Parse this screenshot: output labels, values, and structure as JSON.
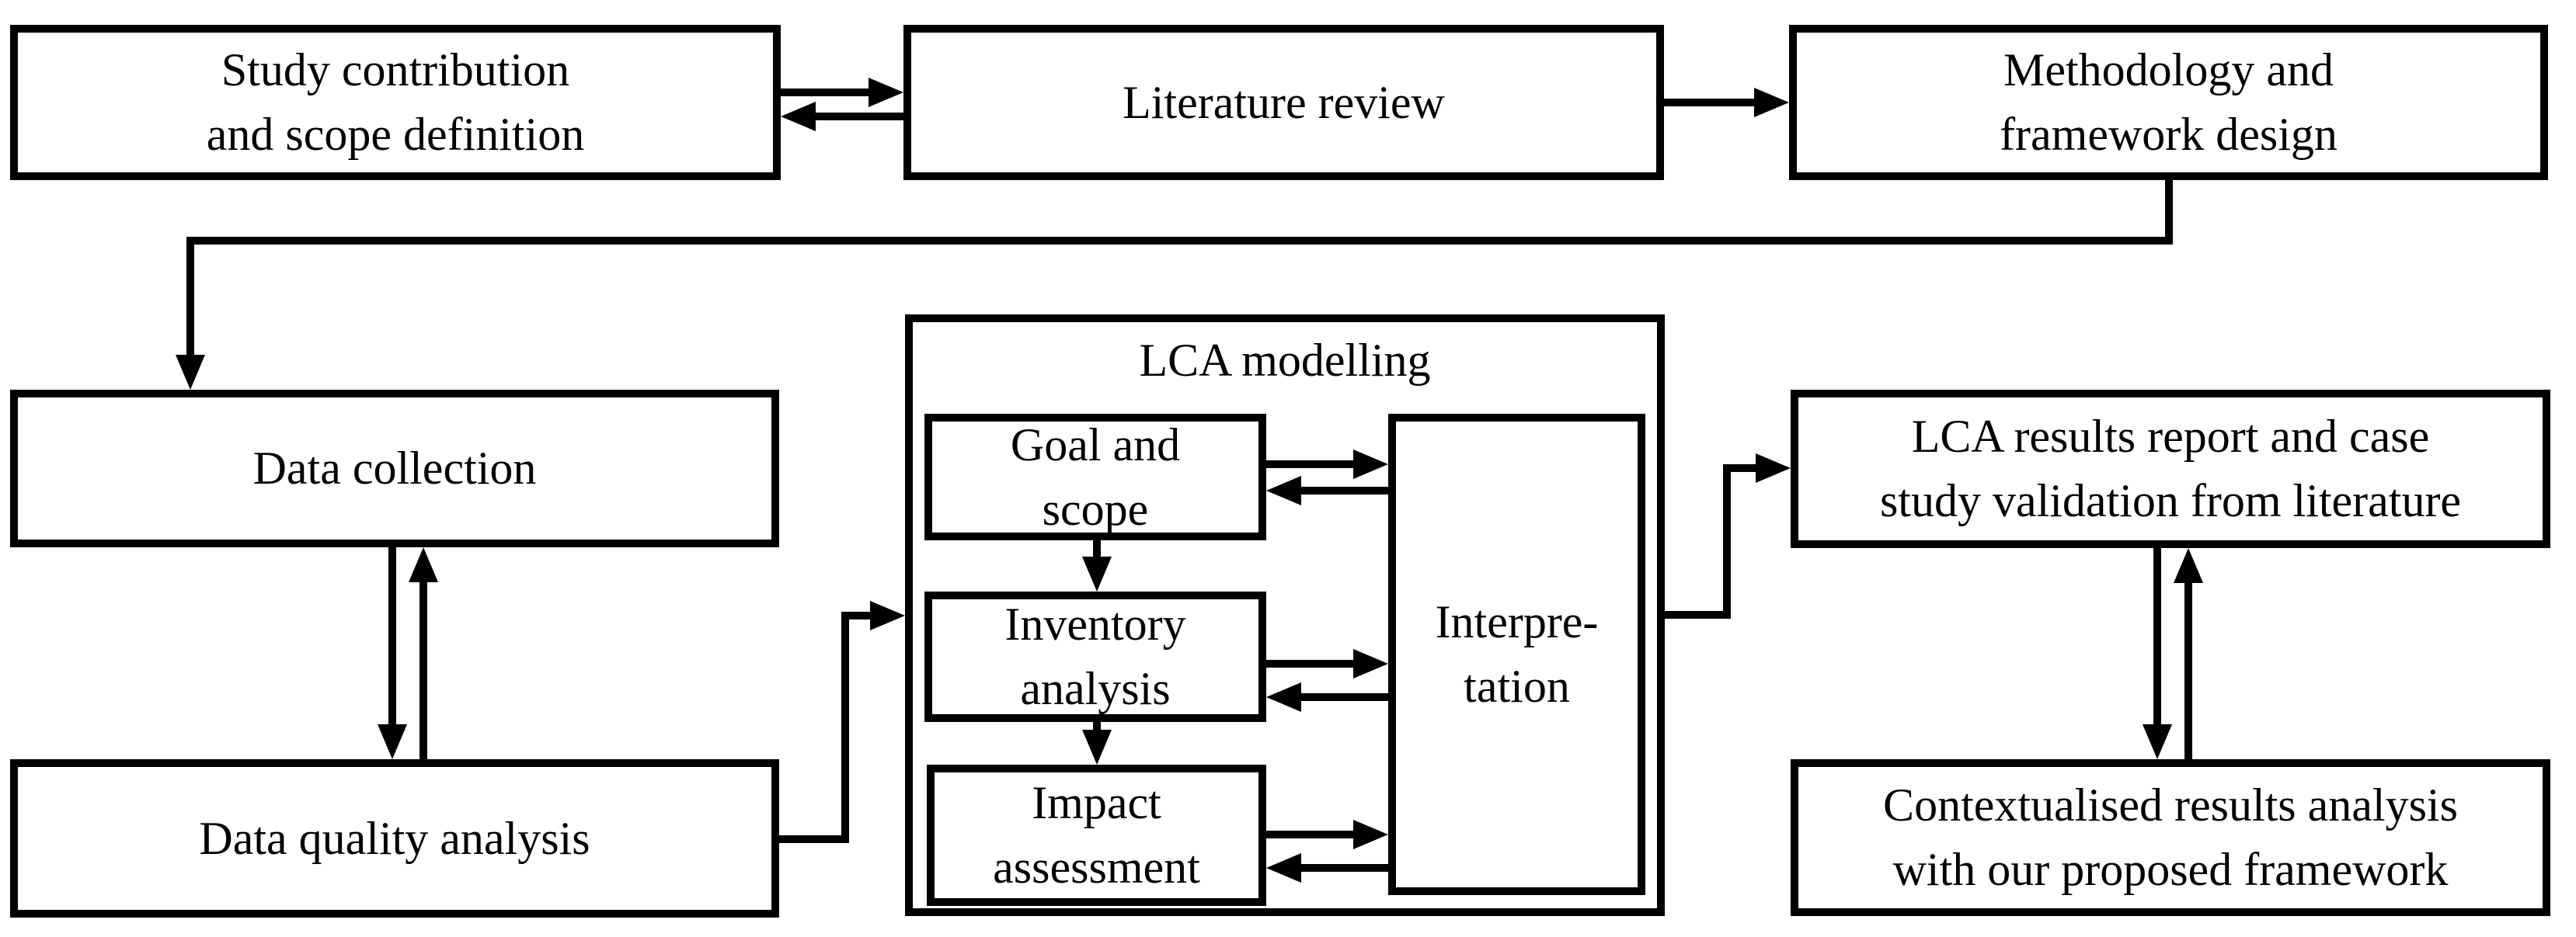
{
  "flowchart": {
    "colors": {
      "stroke": "#000000",
      "background": "#ffffff"
    },
    "nodes": {
      "study_contribution": {
        "label": "Study contribution\nand scope definition"
      },
      "literature_review": {
        "label": "Literature review"
      },
      "methodology": {
        "label": "Methodology and\nframework design"
      },
      "data_collection": {
        "label": "Data collection"
      },
      "data_quality": {
        "label": "Data quality analysis"
      },
      "lca_modelling": {
        "label": "LCA modelling"
      },
      "goal_scope": {
        "label": "Goal and\nscope"
      },
      "inventory": {
        "label": "Inventory\nanalysis"
      },
      "impact": {
        "label": "Impact\nassessment"
      },
      "interpretation": {
        "label": "Interpre-\ntation"
      },
      "lca_results": {
        "label": "LCA results report and case\nstudy validation from literature"
      },
      "contextualised": {
        "label": "Contextualised results analysis\nwith our proposed framework"
      }
    },
    "edges": [
      {
        "from": "study_contribution",
        "to": "literature_review",
        "type": "bidirectional"
      },
      {
        "from": "literature_review",
        "to": "methodology",
        "type": "forward"
      },
      {
        "from": "methodology",
        "to": "data_collection",
        "type": "forward"
      },
      {
        "from": "data_collection",
        "to": "data_quality",
        "type": "bidirectional"
      },
      {
        "from": "data_quality",
        "to": "lca_modelling",
        "type": "forward"
      },
      {
        "from": "goal_scope",
        "to": "inventory",
        "type": "forward"
      },
      {
        "from": "inventory",
        "to": "impact",
        "type": "forward"
      },
      {
        "from": "goal_scope",
        "to": "interpretation",
        "type": "bidirectional"
      },
      {
        "from": "inventory",
        "to": "interpretation",
        "type": "bidirectional"
      },
      {
        "from": "impact",
        "to": "interpretation",
        "type": "bidirectional"
      },
      {
        "from": "lca_modelling",
        "to": "lca_results",
        "type": "forward"
      },
      {
        "from": "lca_results",
        "to": "contextualised",
        "type": "bidirectional"
      }
    ]
  }
}
